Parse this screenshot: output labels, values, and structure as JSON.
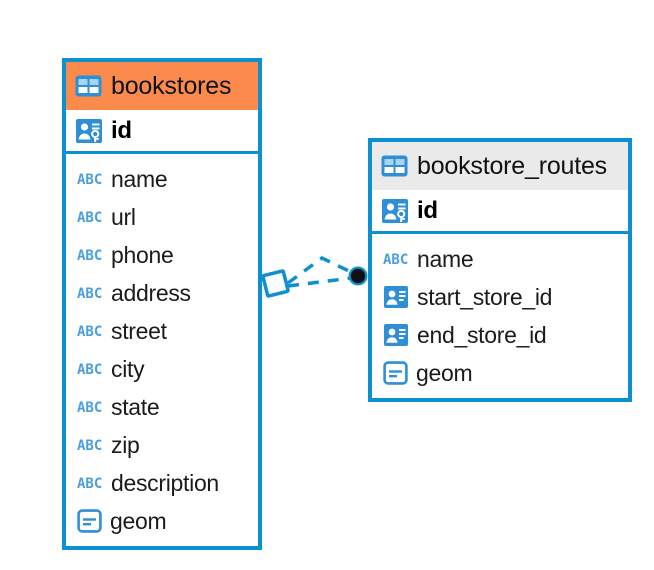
{
  "diagram": {
    "type": "entity-relationship-diagram",
    "background_color": "#ffffff",
    "accent_color": "#0d90d1",
    "highlight_color": "#fa8b4c",
    "header_gray": "#eaeaea"
  },
  "entities": [
    {
      "name": "bookstores",
      "header_style": "accent-orange",
      "table_icon": "table-icon",
      "primary_key": {
        "label": "id",
        "icon": "primary-key-icon"
      },
      "fields": [
        {
          "label": "name",
          "icon": "text-type-icon",
          "type_glyph": "ABC"
        },
        {
          "label": "url",
          "icon": "text-type-icon",
          "type_glyph": "ABC"
        },
        {
          "label": "phone",
          "icon": "text-type-icon",
          "type_glyph": "ABC"
        },
        {
          "label": "address",
          "icon": "text-type-icon",
          "type_glyph": "ABC"
        },
        {
          "label": "street",
          "icon": "text-type-icon",
          "type_glyph": "ABC"
        },
        {
          "label": "city",
          "icon": "text-type-icon",
          "type_glyph": "ABC"
        },
        {
          "label": "state",
          "icon": "text-type-icon",
          "type_glyph": "ABC"
        },
        {
          "label": "zip",
          "icon": "text-type-icon",
          "type_glyph": "ABC"
        },
        {
          "label": "description",
          "icon": "text-type-icon",
          "type_glyph": "ABC"
        },
        {
          "label": "geom",
          "icon": "geometry-type-icon",
          "type_glyph": ""
        }
      ]
    },
    {
      "name": "bookstore_routes",
      "header_style": "accent-gray",
      "table_icon": "table-icon",
      "primary_key": {
        "label": "id",
        "icon": "primary-key-icon"
      },
      "fields": [
        {
          "label": "name",
          "icon": "text-type-icon",
          "type_glyph": "ABC"
        },
        {
          "label": "start_store_id",
          "icon": "foreign-key-icon",
          "type_glyph": ""
        },
        {
          "label": "end_store_id",
          "icon": "foreign-key-icon",
          "type_glyph": ""
        },
        {
          "label": "geom",
          "icon": "geometry-type-icon",
          "type_glyph": ""
        }
      ]
    }
  ],
  "relationship": {
    "from_entity": "bookstores",
    "to_entity": "bookstore_routes",
    "line_style": "dashed",
    "line_color": "#0d90d1",
    "source_marker": "rotated-square-marker",
    "target_marker": "filled-circle-marker"
  }
}
